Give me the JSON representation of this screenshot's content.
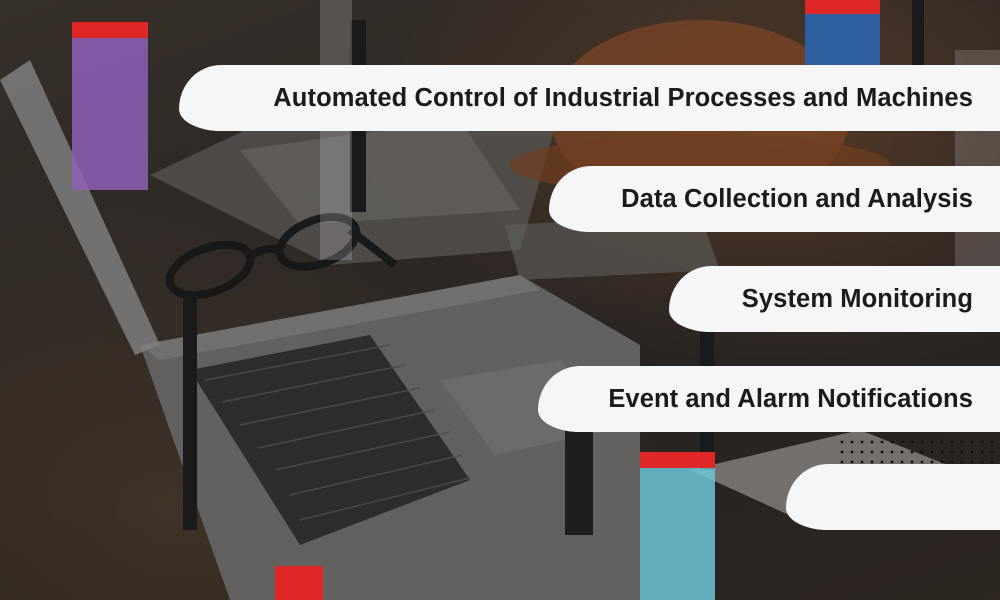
{
  "features": [
    {
      "label": "Automated Control of Industrial Processes and Machines"
    },
    {
      "label": "Data Collection and Analysis"
    },
    {
      "label": "System Monitoring"
    },
    {
      "label": "Event and Alarm Notifications"
    },
    {
      "label": ""
    }
  ],
  "colors": {
    "pill": "#f6f6f6",
    "red": "#e02727",
    "purple": "#8f5fb8",
    "blue": "#2d5fa0",
    "teal": "#6cc6d6"
  }
}
